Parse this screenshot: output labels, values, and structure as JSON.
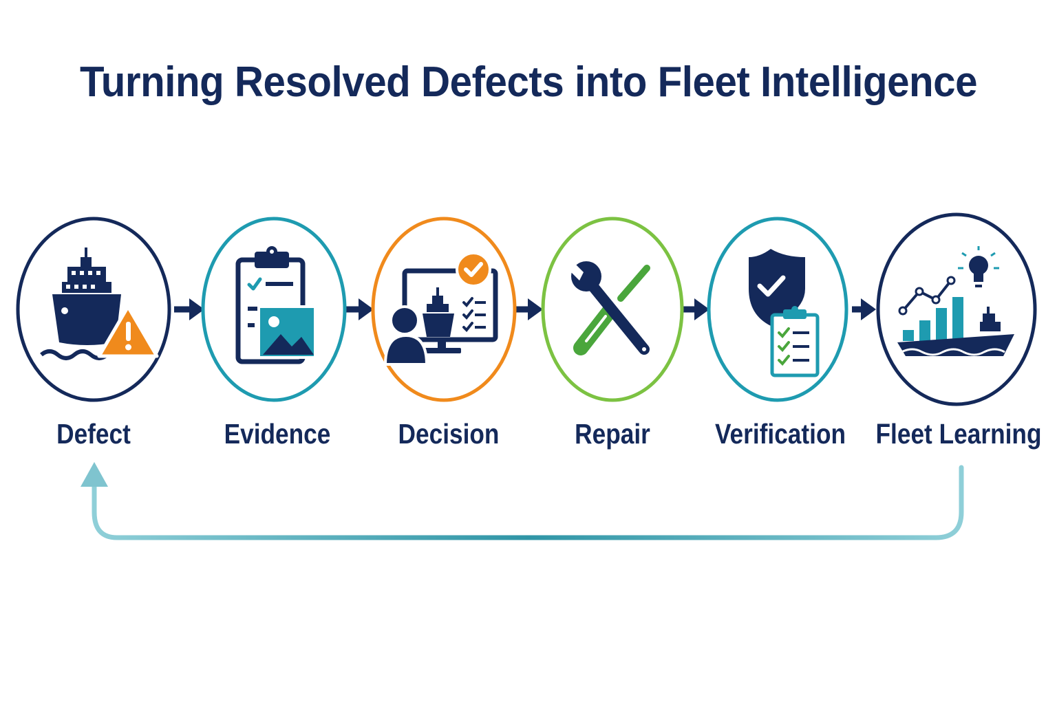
{
  "title": "Turning Resolved Defects into Fleet Intelligence",
  "steps": [
    {
      "label": "Defect",
      "icon": "ship-warning-icon",
      "ring_color": "#14295a"
    },
    {
      "label": "Evidence",
      "icon": "clipboard-photo-icon",
      "ring_color": "#1e9bb0"
    },
    {
      "label": "Decision",
      "icon": "person-monitor-check-icon",
      "ring_color": "#f08a1c"
    },
    {
      "label": "Repair",
      "icon": "wrench-screwdriver-icon",
      "ring_color": "#7cc242"
    },
    {
      "label": "Verification",
      "icon": "shield-checklist-icon",
      "ring_color": "#1e9bb0"
    },
    {
      "label": "Fleet Learning",
      "icon": "ship-chart-lightbulb-icon",
      "ring_color": "#14295a"
    }
  ],
  "colors": {
    "navy": "#14295a",
    "teal": "#1e9bb0",
    "orange": "#f08a1c",
    "green": "#4aa63c",
    "loop_arrow": "#3a9fae"
  }
}
